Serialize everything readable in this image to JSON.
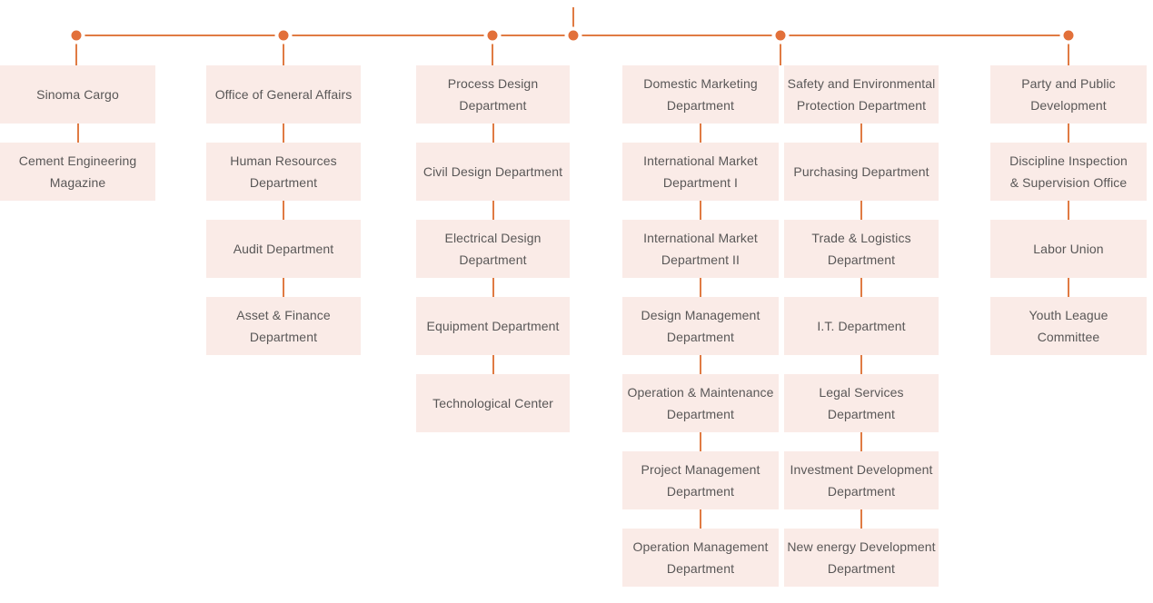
{
  "chart": {
    "type": "org-chart",
    "colors": {
      "background": "#ffffff",
      "line": "#e07b43",
      "dot": "#e2703a",
      "node_fill": "#faebe7",
      "text": "#595757"
    },
    "columns": [
      {
        "items": [
          "Sinoma Cargo",
          "Cement Engineering\nMagazine"
        ]
      },
      {
        "items": [
          "Office of General Affairs",
          "Human Resources\nDepartment",
          "Audit Department",
          "Asset & Finance\nDepartment"
        ]
      },
      {
        "items": [
          "Process Design\nDepartment",
          "Civil Design Department",
          "Electrical Design\nDepartment",
          "Equipment Department",
          "Technological Center"
        ]
      },
      {
        "items": [
          "Domestic Marketing\nDepartment",
          "International Market\nDepartment I",
          "International Market\nDepartment II",
          "Design Management\nDepartment",
          "Operation & Maintenance\nDepartment",
          "Project Management\nDepartment",
          "Operation Management\nDepartment"
        ]
      },
      {
        "items": [
          "Safety and Environmental\nProtection Department",
          "Purchasing Department",
          "Trade & Logistics\nDepartment",
          "I.T. Department",
          "Legal Services\nDepartment",
          "Investment Development\nDepartment",
          "New energy Development\nDepartment"
        ]
      },
      {
        "items": [
          "Party and Public\nDevelopment",
          "Discipline Inspection\n& Supervision Office",
          "Labor Union",
          "Youth League\nCommittee"
        ]
      }
    ]
  }
}
